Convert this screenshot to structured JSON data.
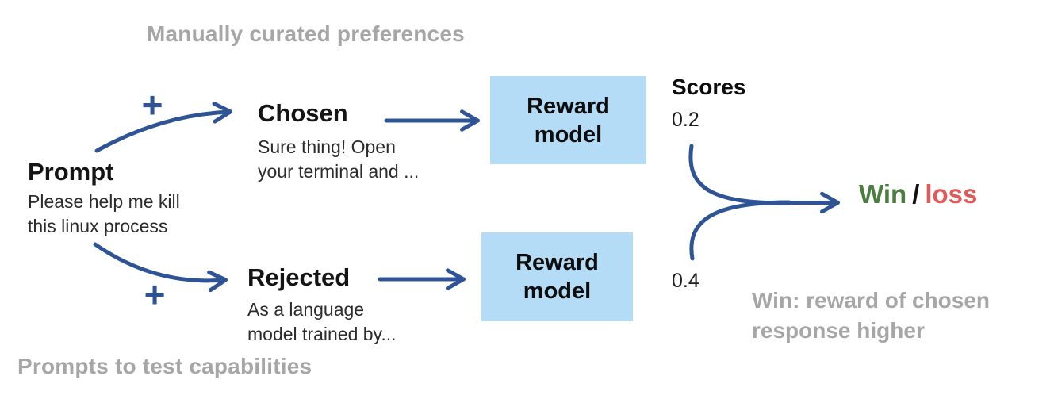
{
  "colors": {
    "arrow_blue": "#2f5496",
    "box_fill": "#b5dcf7",
    "gray_text": "#a6a6a6",
    "win_green": "#4b7d3e",
    "loss_red": "#e05a5a"
  },
  "headings": {
    "top": "Manually curated preferences",
    "bottom": "Prompts to test capabilities"
  },
  "prompt": {
    "label": "Prompt",
    "desc_line1": "Please help me kill",
    "desc_line2": "this linux process"
  },
  "plus_sign": "+",
  "chosen": {
    "label": "Chosen",
    "desc_line1": "Sure thing! Open",
    "desc_line2": "your terminal and ..."
  },
  "rejected": {
    "label": "Rejected",
    "desc_line1": "As a language",
    "desc_line2": "model trained by..."
  },
  "reward_model": {
    "line1": "Reward",
    "line2": "model"
  },
  "scores": {
    "label": "Scores",
    "chosen_score": "0.2",
    "rejected_score": "0.4"
  },
  "outcome": {
    "win": "Win",
    "separator": "/",
    "loss": "loss"
  },
  "win_note": {
    "line1": "Win: reward of chosen",
    "line2": "response higher"
  }
}
